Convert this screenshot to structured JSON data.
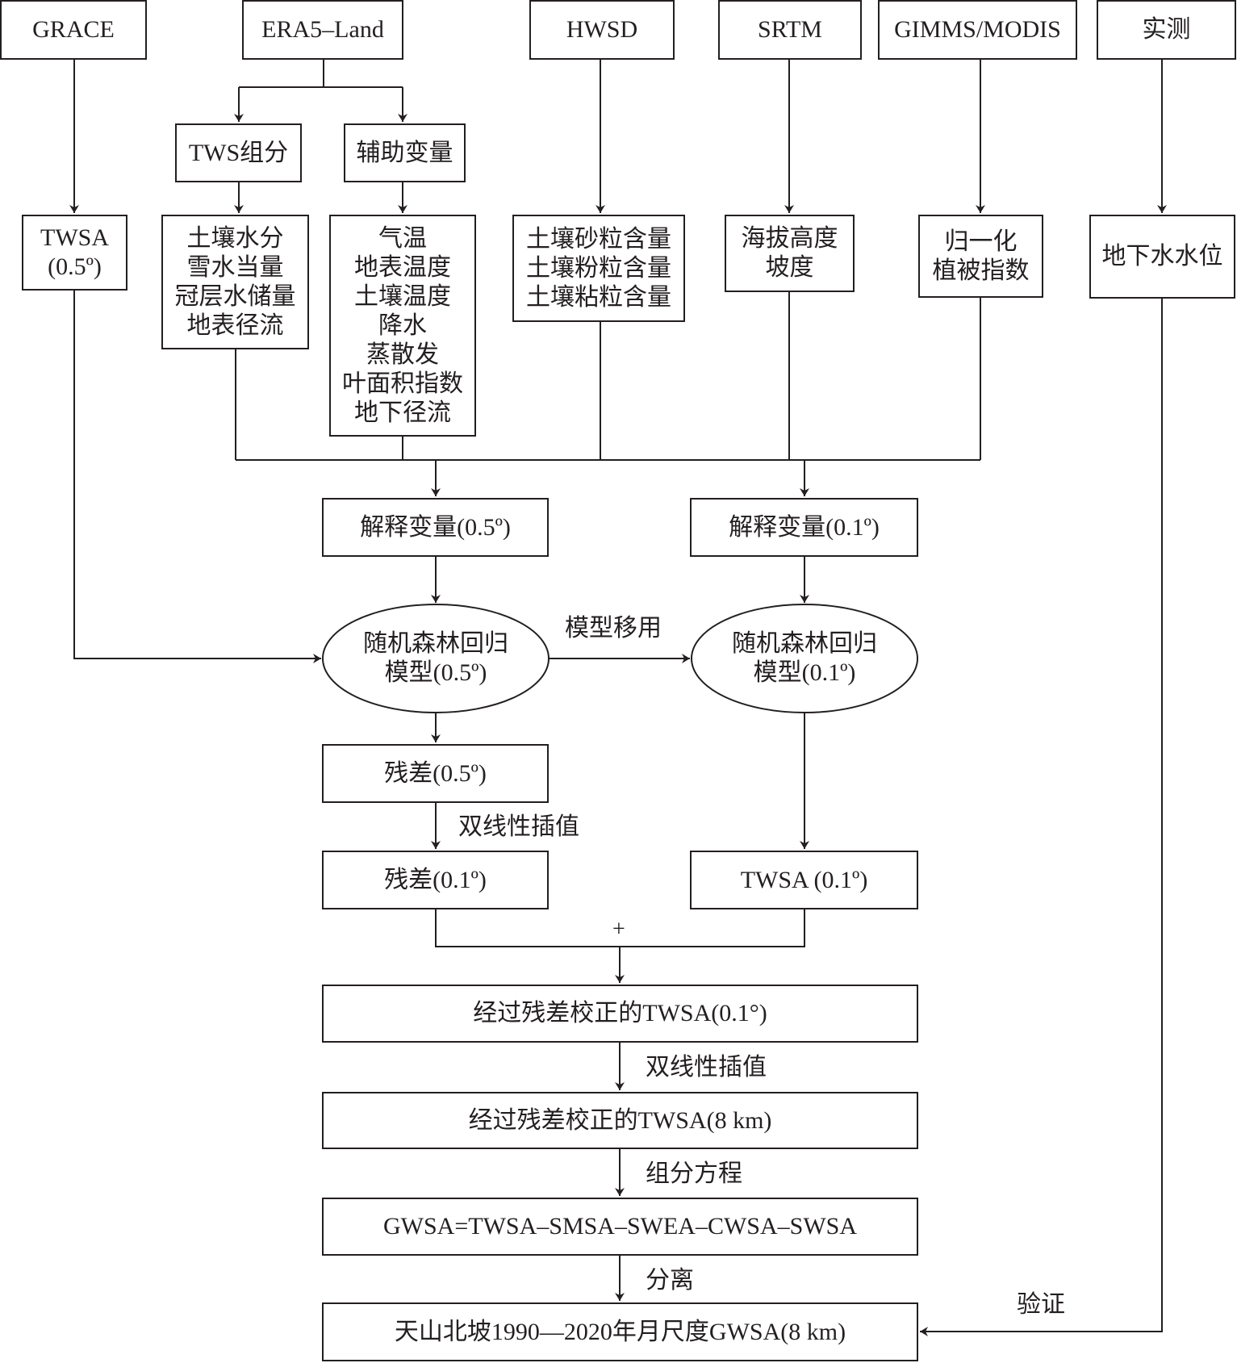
{
  "sources": {
    "grace": "GRACE",
    "era5": "ERA5–Land",
    "hwsd": "HWSD",
    "srtm": "SRTM",
    "gimms": "GIMMS/MODIS",
    "measured": "实测"
  },
  "era5_children": {
    "tws": "TWS组分",
    "aux": "辅助变量"
  },
  "variables": {
    "twsa05": [
      "TWSA",
      "(0.5º)"
    ],
    "tws_components": [
      "土壤水分",
      "雪水当量",
      "冠层水储量",
      "地表径流"
    ],
    "aux_vars": [
      "气温",
      "地表温度",
      "土壤温度",
      "降水",
      "蒸散发",
      "叶面积指数",
      "地下径流"
    ],
    "soil": [
      "土壤砂粒含量",
      "土壤粉粒含量",
      "土壤粘粒含量"
    ],
    "terrain": [
      "海拔高度",
      "坡度"
    ],
    "ndvi": [
      "归一化",
      "植被指数"
    ],
    "gw_level": [
      "地下水水位"
    ]
  },
  "process": {
    "expl05": "解释变量(0.5º)",
    "expl01": "解释变量(0.1º)",
    "rf05": [
      "随机森林回归",
      "模型(0.5º)"
    ],
    "rf01": [
      "随机森林回归",
      "模型(0.1º)"
    ],
    "transfer_label": "模型移用",
    "resid05": "残差(0.5º)",
    "interp_label_1": "双线性插值",
    "resid01": "残差(0.1º)",
    "twsa01": "TWSA (0.1º)",
    "plus": "+",
    "corrected01": "经过残差校正的TWSA(0.1°)",
    "interp_label_2": "双线性插值",
    "corrected8": "经过残差校正的TWSA(8 km)",
    "equation_label": "组分方程",
    "equation": "GWSA=TWSA–SMSA–SWEA–CWSA–SWSA",
    "separate_label": "分离",
    "result": "天山北坡1990—2020年月尺度GWSA(8 km)",
    "validate_label": "验证"
  },
  "colors": {
    "stroke": "#231f20",
    "background": "#ffffff"
  }
}
